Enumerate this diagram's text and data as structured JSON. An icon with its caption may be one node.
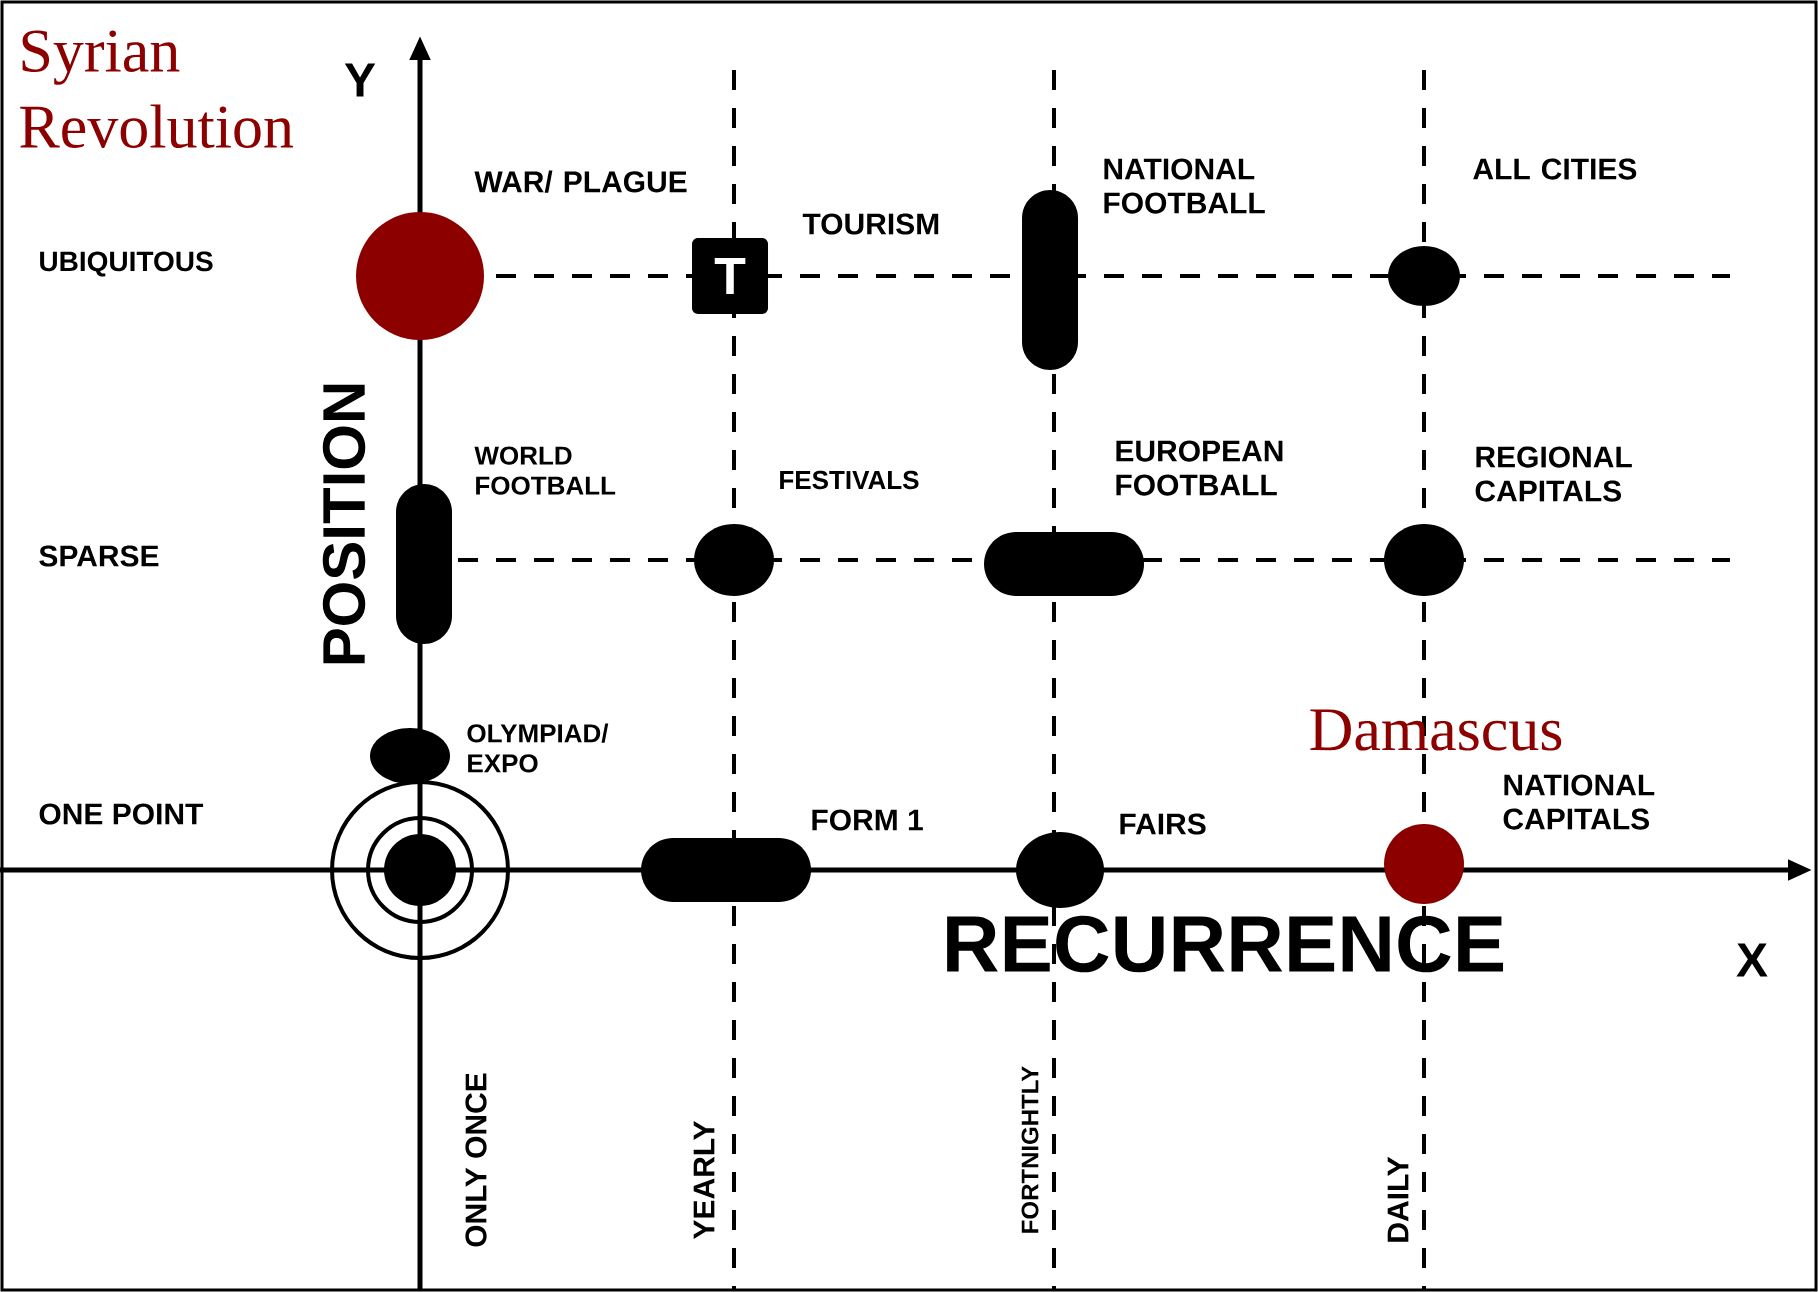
{
  "diagram": {
    "nodes": [
      {
        "text": [],
        "shape": "circle",
        "beside": [
          "Syrian Revolution",
          "WAR/ PLAGUE"
        ]
      },
      {
        "text": [
          "T"
        ],
        "beside": [
          "TOURISM"
        ]
      },
      {
        "text": [],
        "shape": "bar",
        "beside": [
          "NATIONAL FOOTBALL"
        ]
      },
      {
        "text": [],
        "shape": "circle",
        "beside": [
          "ALL CITIES"
        ]
      },
      {
        "text": [],
        "shape": "bar",
        "beside": [
          "WORLD FOOTBALL"
        ]
      },
      {
        "text": [],
        "shape": "circle",
        "beside": [
          "FESTIVALS"
        ]
      },
      {
        "text": [],
        "shape": "bar",
        "beside": [
          "EUROPEAN FOOTBALL"
        ]
      },
      {
        "text": [],
        "shape": "circle",
        "beside": [
          "REGIONAL CAPITALS"
        ]
      },
      {
        "text": [],
        "shape": "circle",
        "beside": [
          "OLYMPIAD/ EXPO"
        ]
      },
      {
        "text": [],
        "shape": "circle"
      },
      {
        "text": [],
        "shape": "bar",
        "beside": [
          "FORM 1"
        ]
      },
      {
        "text": [],
        "shape": "circle",
        "beside": [
          "FAIRS"
        ]
      },
      {
        "text": [],
        "shape": "circle",
        "beside": [
          "Damascus",
          "NATIONAL CAPITALS"
        ]
      }
    ],
    "labels": [
      "Y",
      "UBIQUITOUS",
      "POSITION",
      "SPARSE",
      "ONE POINT",
      "RECURRENCE",
      "X",
      "ONLY ONCE",
      "YEARLY",
      "FORTNIGHTLY",
      "DAILY"
    ]
  }
}
